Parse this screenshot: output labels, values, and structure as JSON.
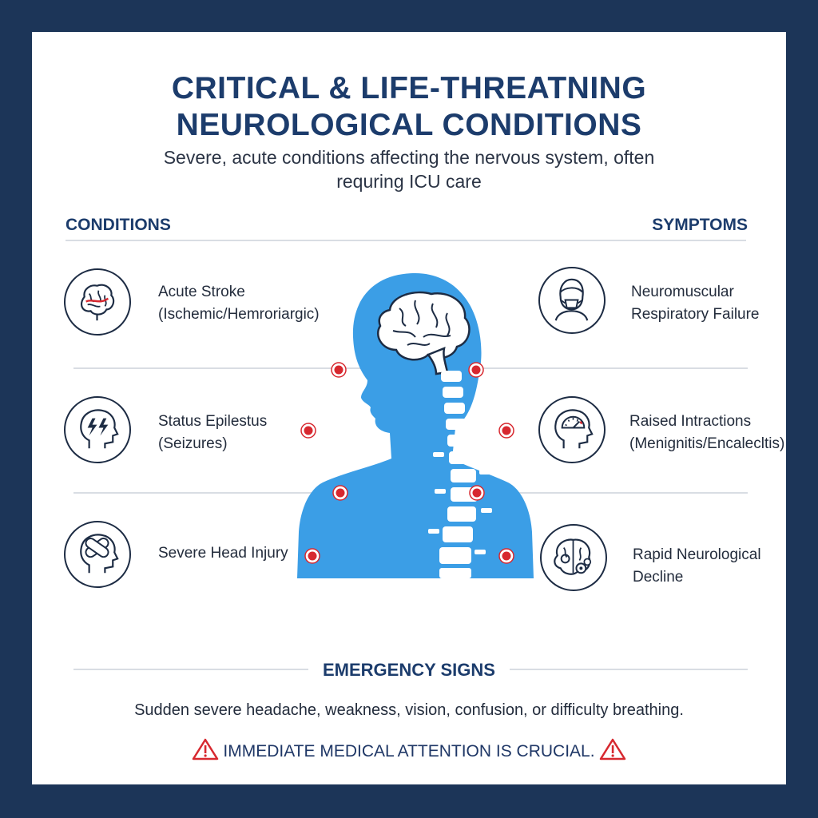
{
  "title": {
    "line1": "CRITICAL & LIFE-THREATNING",
    "line2": "NEUROLOGICAL CONDITIONS"
  },
  "subtitle": {
    "line1": "Severe, acute conditions affecting the nervous system, often",
    "line2": "requring ICU care"
  },
  "columns": {
    "left_heading": "CONDITIONS",
    "right_heading": "SYMPTOMS"
  },
  "conditions": [
    {
      "line1": "Acute Stroke",
      "line2": "(Ischemic/Hemroriargic)",
      "icon": "brain-stroke-icon"
    },
    {
      "line1": "Status Epilestus",
      "line2": "(Seizures)",
      "icon": "head-lightning-icon"
    },
    {
      "line1": "Severe Head Injury",
      "line2": "",
      "icon": "head-bandage-icon"
    }
  ],
  "symptoms": [
    {
      "line1": "Neuromuscular",
      "line2": "Respiratory Failure",
      "icon": "oxygen-mask-icon"
    },
    {
      "line1": "Raised Intractions",
      "line2": "(Menignitis/Encalecltis)",
      "icon": "head-gauge-icon"
    },
    {
      "line1": "Rapid Neurological",
      "line2": "Decline",
      "icon": "brain-gears-icon"
    }
  ],
  "emergency": {
    "heading": "EMERGENCY SIGNS",
    "text": "Sudden severe headache, weakness, vision, confusion, or difficulty breathing.",
    "attention": "IMMEDIATE MEDICAL ATTENTION IS CRUCIAL."
  },
  "colors": {
    "background": "#1c3558",
    "heading": "#1c3c6c",
    "body_figure": "#3b9ee6",
    "marker": "#d7282f",
    "warning": "#d7282f"
  }
}
